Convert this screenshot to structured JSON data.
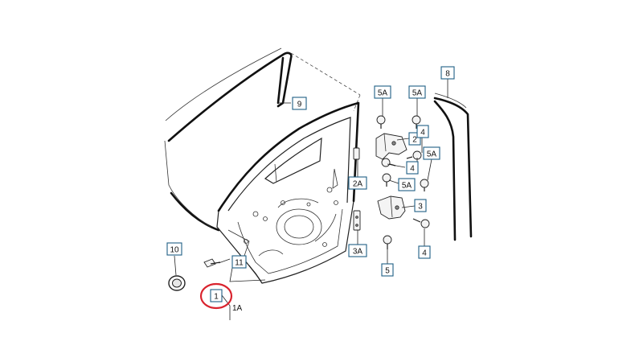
{
  "callouts": {
    "c9": "9",
    "c8": "8",
    "c5a_1": "5A",
    "c5a_2": "5A",
    "c2": "2",
    "c4_1": "4",
    "c5a_3": "5A",
    "c4_2": "4",
    "c2a": "2A",
    "c5a_4": "5A",
    "c3": "3",
    "c3a": "3A",
    "c4_3": "4",
    "c5": "5",
    "c10": "10",
    "c11": "11",
    "c1": "1"
  },
  "labels": {
    "l1a": "1A"
  },
  "highlight": {
    "target": "1",
    "color": "#d9232e"
  }
}
